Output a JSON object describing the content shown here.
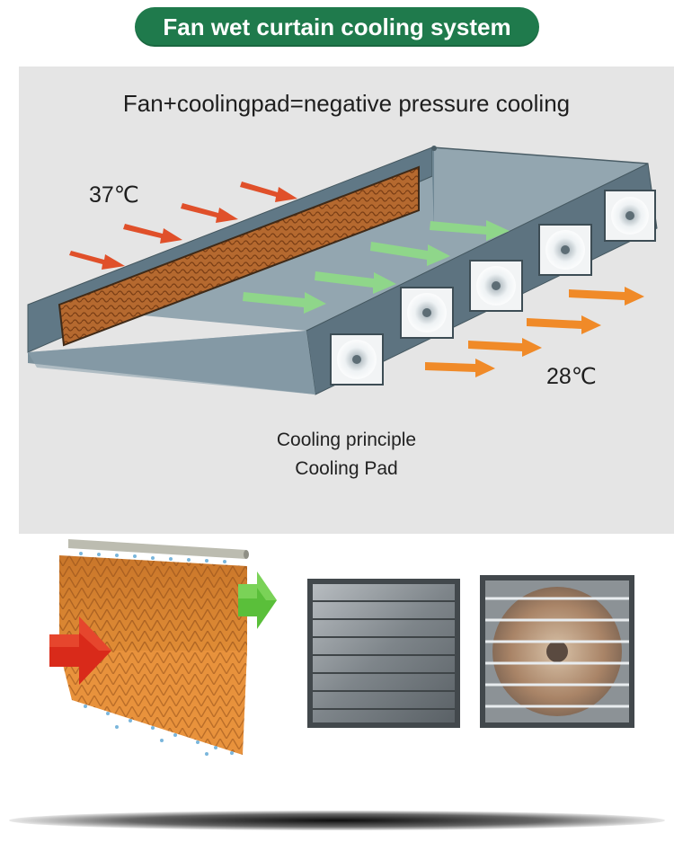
{
  "header": {
    "title": "Fan wet curtain cooling system"
  },
  "diagram": {
    "heading": "Fan+coolingpad=negative pressure cooling",
    "temp_in": "37℃",
    "temp_out": "28℃",
    "caption_line1": "Cooling principle",
    "caption_line2": "Cooling Pad"
  },
  "colors": {
    "brand_green": "#1f7a4c",
    "hot_arrow": "#e0502a",
    "cool_arrow": "#8fd68a",
    "out_arrow": "#f08a28",
    "pad": "#b5692f",
    "wall": "#5f7682"
  }
}
